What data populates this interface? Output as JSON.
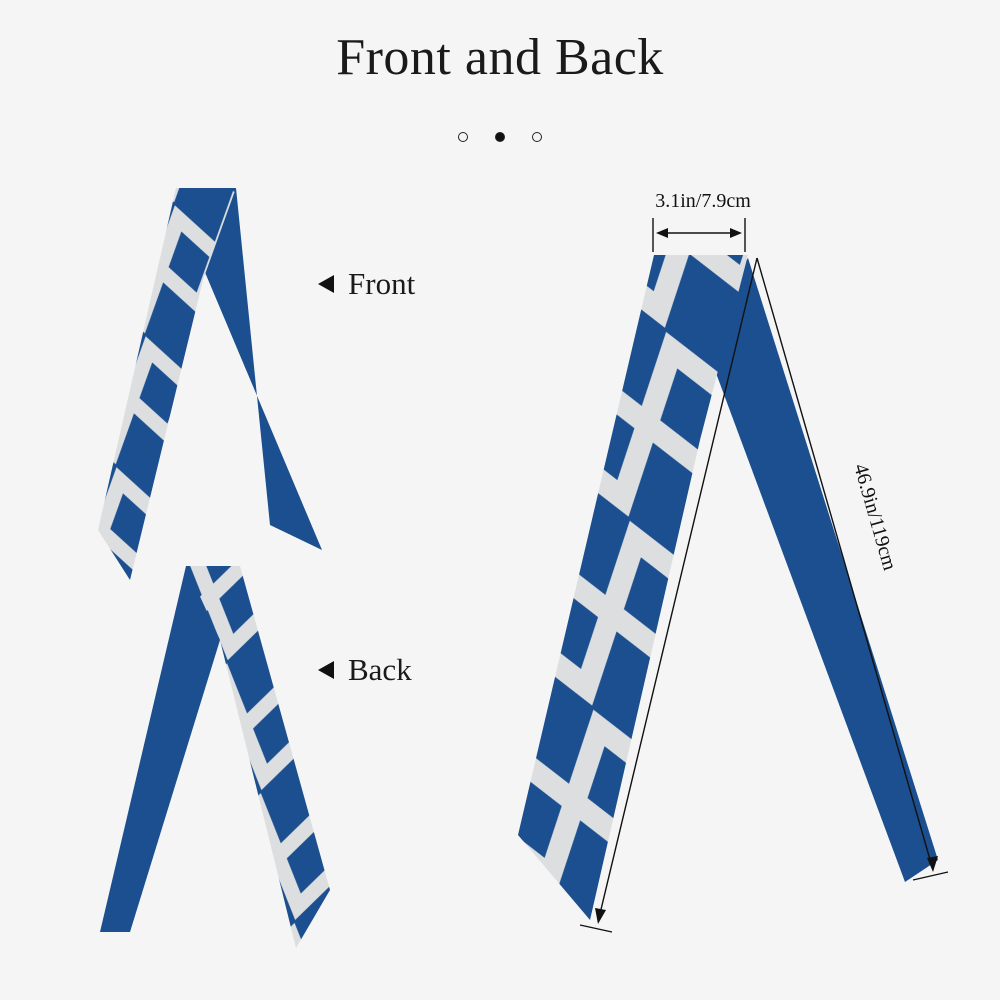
{
  "title": "Front and Back",
  "carousel": {
    "count": 3,
    "active_index": 1
  },
  "labels": {
    "front": "Front",
    "back": "Back"
  },
  "dimensions": {
    "width": "3.1in/7.9cm",
    "length": "46.9in/119cm"
  },
  "colors": {
    "scarf_blue": "#1b4f8f",
    "stripe_white": "#dcdedf",
    "background": "#f5f5f5"
  },
  "icons": {
    "pointer": "left-triangle-icon"
  }
}
